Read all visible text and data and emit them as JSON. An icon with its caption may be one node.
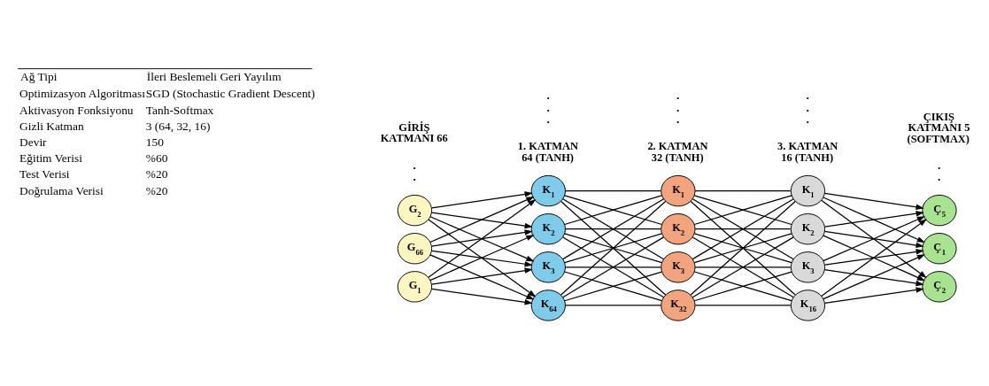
{
  "diagram": {
    "nodes": [
      {
        "text": [
          "G$_{1}$"
        ]
      },
      {
        "text": [
          "G$_{2}$"
        ]
      },
      {
        "text": [
          "G$_{66}$"
        ]
      },
      {
        "text": [
          "K$_{1}$"
        ]
      },
      {
        "text": [
          "K$_{2}$"
        ]
      },
      {
        "text": [
          "K$_{3}$"
        ]
      },
      {
        "text": [
          "K$_{64}$"
        ]
      },
      {
        "text": [
          "K$_{1}$"
        ]
      },
      {
        "text": [
          "K$_{2}$"
        ]
      },
      {
        "text": [
          "K$_{3}$"
        ]
      },
      {
        "text": [
          "K$_{32}$"
        ]
      },
      {
        "text": [
          "K$_{1}$"
        ]
      },
      {
        "text": [
          "K$_{2}$"
        ]
      },
      {
        "text": [
          "K$_{3}$"
        ]
      },
      {
        "text": [
          "K$_{16}$"
        ]
      },
      {
        "text": [
          "Ç$_{1}$"
        ]
      },
      {
        "text": [
          "Ç$_{2}$"
        ]
      },
      {
        "text": [
          "Ç$_{5}$"
        ]
      }
    ],
    "edges": [
      {
        "from": 0,
        "to": 3,
        "arrow": "to"
      },
      {
        "from": 0,
        "to": 4,
        "arrow": "to"
      },
      {
        "from": 0,
        "to": 5,
        "arrow": "to"
      },
      {
        "from": 0,
        "to": 6,
        "arrow": "to"
      },
      {
        "from": 1,
        "to": 3,
        "arrow": "to"
      },
      {
        "from": 1,
        "to": 4,
        "arrow": "to"
      },
      {
        "from": 1,
        "to": 5,
        "arrow": "to"
      },
      {
        "from": 1,
        "to": 6,
        "arrow": "to"
      },
      {
        "from": 2,
        "to": 3,
        "arrow": "to"
      },
      {
        "from": 2,
        "to": 4,
        "arrow": "to"
      },
      {
        "from": 2,
        "to": 5,
        "arrow": "to"
      },
      {
        "from": 2,
        "to": 6,
        "arrow": "to"
      },
      {
        "from": 3,
        "to": 7,
        "arrow": "none"
      },
      {
        "from": 3,
        "to": 8,
        "arrow": "none"
      },
      {
        "from": 3,
        "to": 9,
        "arrow": "none"
      },
      {
        "from": 3,
        "to": 10,
        "arrow": "none"
      },
      {
        "from": 4,
        "to": 7,
        "arrow": "none"
      },
      {
        "from": 4,
        "to": 8,
        "arrow": "none"
      },
      {
        "from": 4,
        "to": 9,
        "arrow": "none"
      },
      {
        "from": 4,
        "to": 10,
        "arrow": "none"
      },
      {
        "from": 5,
        "to": 7,
        "arrow": "none"
      },
      {
        "from": 5,
        "to": 8,
        "arrow": "none"
      },
      {
        "from": 5,
        "to": 9,
        "arrow": "none"
      },
      {
        "from": 5,
        "to": 10,
        "arrow": "none"
      },
      {
        "from": 6,
        "to": 7,
        "arrow": "none"
      },
      {
        "from": 6,
        "to": 8,
        "arrow": "none"
      },
      {
        "from": 6,
        "to": 9,
        "arrow": "none"
      },
      {
        "from": 6,
        "to": 10,
        "arrow": "none"
      },
      {
        "from": 7,
        "to": 11,
        "arrow": "none"
      },
      {
        "from": 7,
        "to": 12,
        "arrow": "none"
      },
      {
        "from": 7,
        "to": 13,
        "arrow": "none"
      },
      {
        "from": 7,
        "to": 14,
        "arrow": "none"
      },
      {
        "from": 8,
        "to": 11,
        "arrow": "none"
      },
      {
        "from": 8,
        "to": 12,
        "arrow": "none"
      },
      {
        "from": 8,
        "to": 13,
        "arrow": "none"
      },
      {
        "from": 8,
        "to": 14,
        "arrow": "none"
      },
      {
        "from": 9,
        "to": 11,
        "arrow": "none"
      },
      {
        "from": 9,
        "to": 12,
        "arrow": "none"
      },
      {
        "from": 9,
        "to": 13,
        "arrow": "none"
      },
      {
        "from": 9,
        "to": 14,
        "arrow": "none"
      },
      {
        "from": 10,
        "to": 11,
        "arrow": "none"
      },
      {
        "from": 10,
        "to": 12,
        "arrow": "none"
      },
      {
        "from": 10,
        "to": 13,
        "arrow": "none"
      },
      {
        "from": 10,
        "to": 14,
        "arrow": "none"
      },
      {
        "from": 11,
        "to": 15,
        "arrow": "to"
      },
      {
        "from": 11,
        "to": 16,
        "arrow": "to"
      },
      {
        "from": 11,
        "to": 17,
        "arrow": "to"
      },
      {
        "from": 12,
        "to": 15,
        "arrow": "to"
      },
      {
        "from": 12,
        "to": 16,
        "arrow": "to"
      },
      {
        "from": 12,
        "to": 17,
        "arrow": "to"
      },
      {
        "from": 13,
        "to": 15,
        "arrow": "to"
      },
      {
        "from": 13,
        "to": 16,
        "arrow": "to"
      },
      {
        "from": 13,
        "to": 17,
        "arrow": "to"
      },
      {
        "from": 14,
        "to": 15,
        "arrow": "to"
      },
      {
        "from": 14,
        "to": 16,
        "arrow": "to"
      },
      {
        "from": 14,
        "to": 17,
        "arrow": "to"
      }
    ],
    "labels": [
      "GİRİŞ KATMANI 66",
      "1. KATMAN 64 (TANH)",
      "2. KATMAN 32 (TANH)",
      "3. KATMAN 16 (TANH)",
      "ÇIKIŞ KATMANI 5 (SOFTMAX)",
      ".",
      ".",
      ".",
      ".",
      ".",
      ".",
      ".",
      ".",
      ".",
      ".",
      ".",
      ".",
      ".",
      "Ağ Tipi",
      "İleri Beslemeli Geri Yayılım",
      "Optimizasyon Algoritması",
      "SGD (Stochastic Gradient Descent)",
      "Aktivasyon Fonksiyonu",
      "Tanh-Softmax",
      "Gizli Katman",
      "3 (64, 32, 16)",
      "Devir",
      "150",
      "Eğitim Verisi",
      "%60",
      "Test Verisi",
      "%20",
      "Doğrulama Verisi",
      "%20"
    ]
  }
}
